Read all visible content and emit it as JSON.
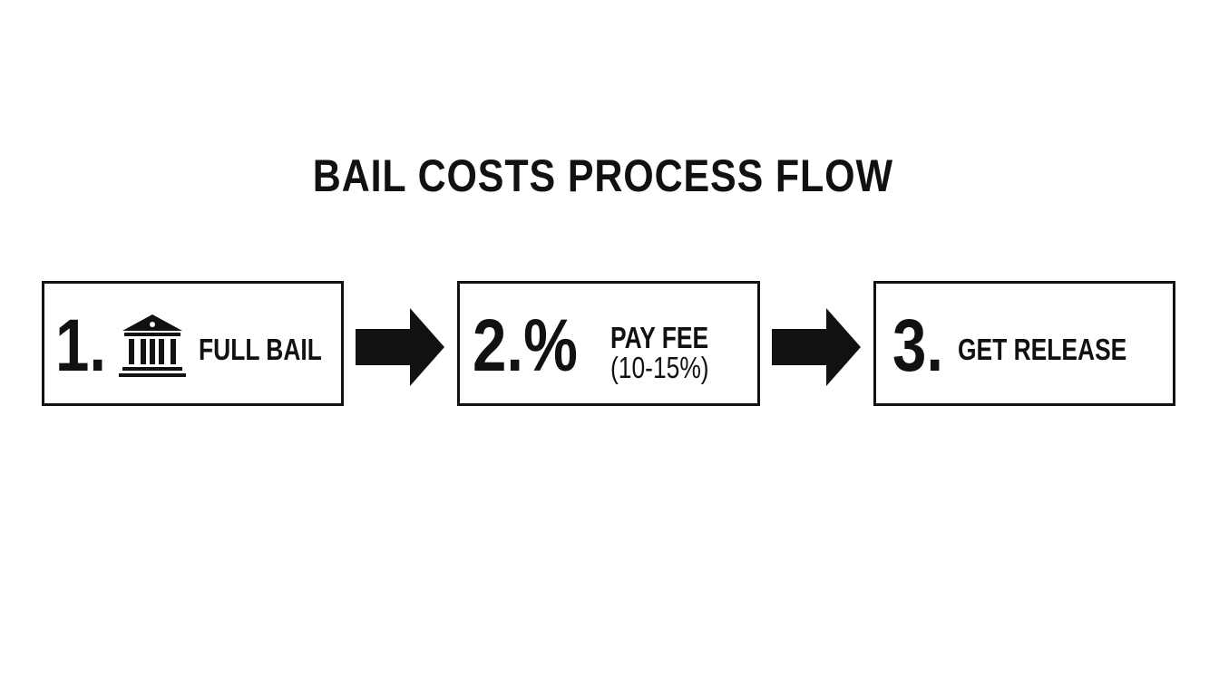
{
  "title": "BAIL COSTS PROCESS FLOW",
  "steps": [
    {
      "number": "1.",
      "icon": "bank-building-icon",
      "label": "FULL BAIL"
    },
    {
      "number": "2.%",
      "label_line1": "PAY FEE",
      "label_line2": "(10-15%)"
    },
    {
      "number": "3.",
      "label": "GET RELEASE"
    }
  ],
  "connectors": [
    "arrow-right-icon",
    "arrow-right-icon"
  ],
  "colors": {
    "ink": "#111111",
    "background": "#ffffff"
  }
}
